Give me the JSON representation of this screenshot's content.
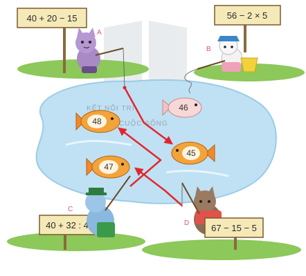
{
  "signs": {
    "a": "40 + 20 − 15",
    "b": "56 − 2 × 5",
    "c": "40 + 32 : 4",
    "d": "67 − 15 − 5"
  },
  "cats": {
    "a": "A",
    "b": "B",
    "c": "C",
    "d": "D"
  },
  "fish": {
    "f46": "46",
    "f48": "48",
    "f45": "45",
    "f47": "47"
  },
  "watermark": {
    "line1": "KẾT NỐI TRI",
    "line2": "CUỘC SỐNG"
  },
  "colors": {
    "water": "#bfe1f3",
    "arrow": "#e3262e",
    "sign": "#f5e9b8",
    "grass": "#7fbf4a",
    "fish": "#f2a33a"
  }
}
